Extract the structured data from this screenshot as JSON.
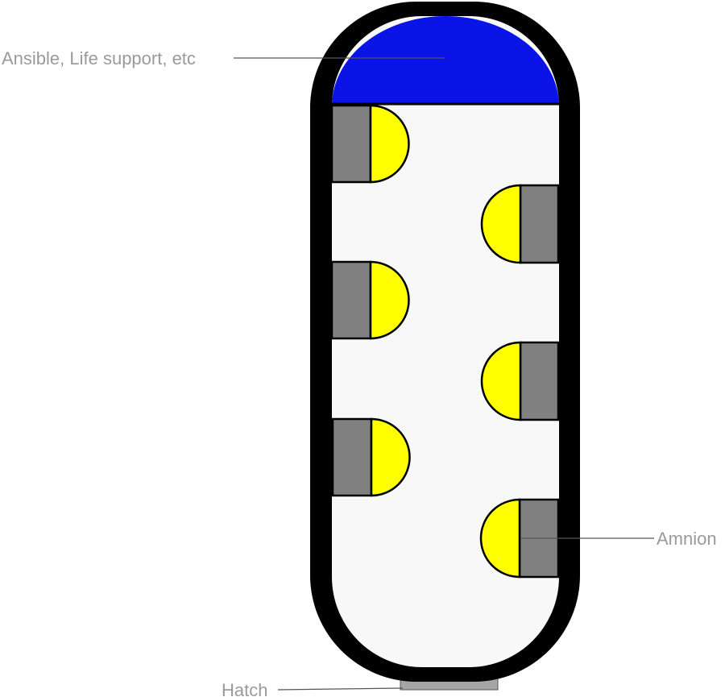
{
  "labels": {
    "top_module": "Ansible, Life support, etc",
    "pod": "Amnion",
    "hatch": "Hatch"
  },
  "colors": {
    "hull": "#000000",
    "interior": "#f8f8f8",
    "top_module": "#0a14e6",
    "pod_base": "#808080",
    "pod_cap": "#ffff00",
    "hatch": "#a6a6a6",
    "label_text": "#9a9a9a",
    "leader_line": "#555555"
  }
}
